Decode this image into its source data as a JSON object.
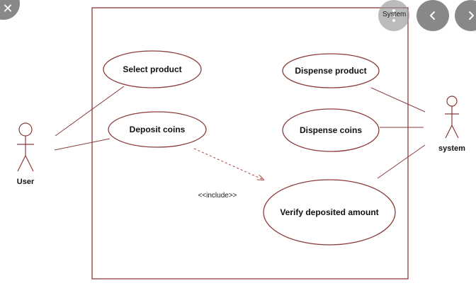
{
  "diagram": {
    "line_color": "#8b3a3a",
    "use_cases": {
      "select_product": "Select product",
      "deposit_coins": "Deposit coins",
      "dispense_product": "Dispense product",
      "dispense_coins": "Dispense coins",
      "verify_deposited_amount": "Verify deposited amount"
    },
    "actors": {
      "user": "User",
      "system": "system"
    },
    "include_label": "<<include>>"
  },
  "viewer": {
    "overlay_text": "System",
    "icons": {
      "close": "close-icon",
      "more": "more-vertical-icon",
      "prev": "chevron-left-icon",
      "next": "chevron-right-icon"
    }
  }
}
